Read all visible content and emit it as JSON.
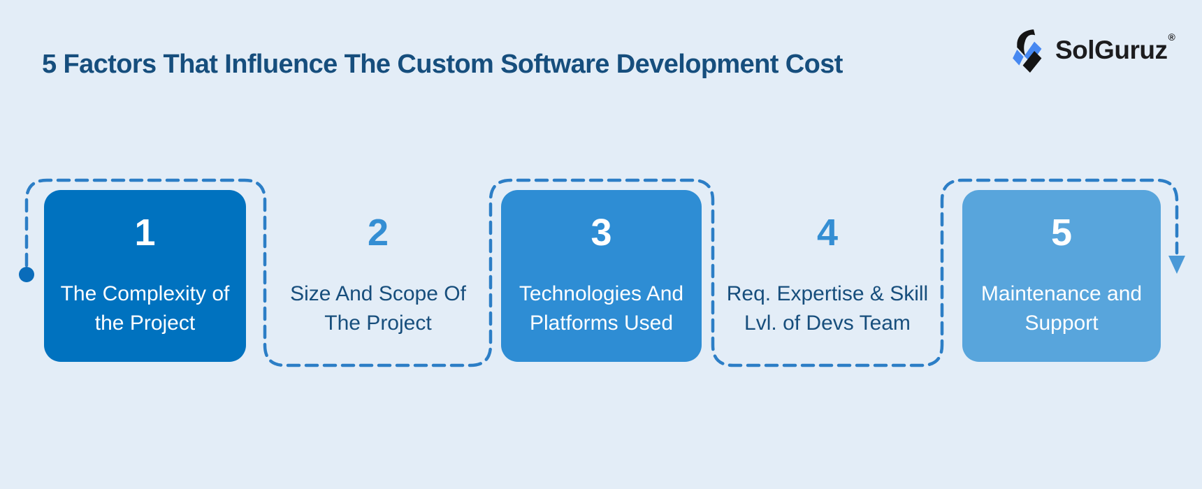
{
  "title": "5 Factors That Influence The Custom Software Development Cost",
  "logo": {
    "text": "SolGuruz",
    "registered_mark": "®"
  },
  "factors": [
    {
      "number": "1",
      "line1": "The Complexity of",
      "line2": "the Project",
      "variant": "solid",
      "box_color": "#0072bf"
    },
    {
      "number": "2",
      "line1": "Size And Scope Of",
      "line2": "The Project",
      "variant": "dashed",
      "box_color": ""
    },
    {
      "number": "3",
      "line1": "Technologies And",
      "line2": "Platforms Used",
      "variant": "solid",
      "box_color": "#2e8dd4"
    },
    {
      "number": "4",
      "line1": "Req. Expertise & Skill",
      "line2": "Lvl. of Devs Team",
      "variant": "dashed",
      "box_color": ""
    },
    {
      "number": "5",
      "line1": "Maintenance and",
      "line2": "Support",
      "variant": "solid",
      "box_color": "#58a5dc"
    }
  ],
  "colors": {
    "background": "#e3edf7",
    "title_text": "#164e7d",
    "dashed_line": "#2c7ec6",
    "start_dot": "#0a6cba",
    "arrow": "#4a99d7",
    "number_on_solid": "#ffffff",
    "label_on_solid": "#ffffff",
    "number_on_dashed": "#348ed3",
    "label_on_dashed": "#174e7c",
    "logo_text": "#1c1c1e",
    "logo_black": "#141414",
    "logo_blue": "#4688f1"
  }
}
